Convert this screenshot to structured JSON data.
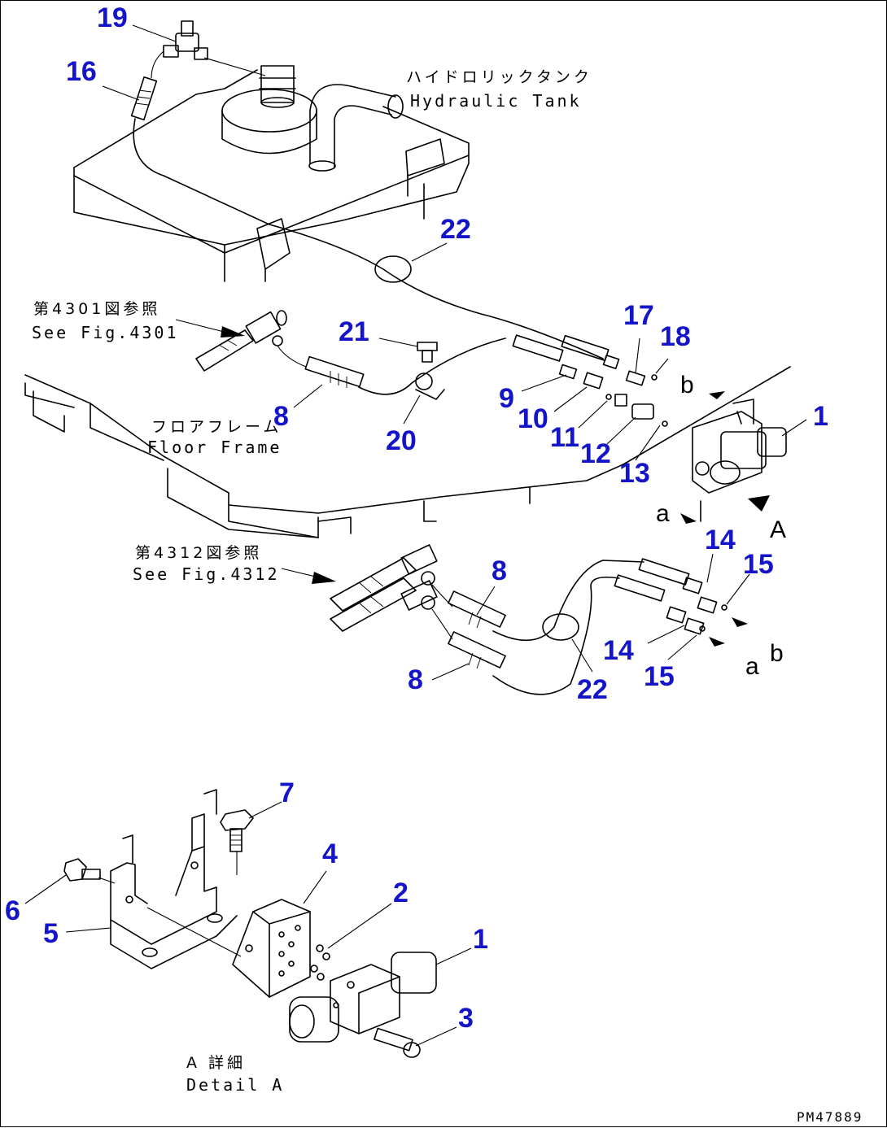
{
  "labels": {
    "tank_jp": "ハイドロリックタンク",
    "tank_en": "Hydraulic Tank",
    "ref1_jp": "第4301図参照",
    "ref1_en": "See Fig.4301",
    "frame_jp": "フロアフレーム",
    "frame_en": "Floor Frame",
    "ref2_jp": "第4312図参照",
    "ref2_en": "See Fig.4312",
    "detail_jp": "A 詳細",
    "detail_en": "Detail A",
    "letter_a1": "a",
    "letter_b1": "b",
    "letter_A": "A",
    "letter_a2": "a",
    "letter_b2": "b",
    "drawing_code": "PM47889"
  },
  "parts": [
    {
      "id": "p19",
      "n": "19"
    },
    {
      "id": "p16",
      "n": "16"
    },
    {
      "id": "p22a",
      "n": "22"
    },
    {
      "id": "p21",
      "n": "21"
    },
    {
      "id": "p17",
      "n": "17"
    },
    {
      "id": "p18",
      "n": "18"
    },
    {
      "id": "p9",
      "n": "9"
    },
    {
      "id": "p10",
      "n": "10"
    },
    {
      "id": "p11",
      "n": "11"
    },
    {
      "id": "p12",
      "n": "12"
    },
    {
      "id": "p13",
      "n": "13"
    },
    {
      "id": "p1a",
      "n": "1"
    },
    {
      "id": "p8a",
      "n": "8"
    },
    {
      "id": "p20",
      "n": "20"
    },
    {
      "id": "p14a",
      "n": "14"
    },
    {
      "id": "p15a",
      "n": "15"
    },
    {
      "id": "p8b",
      "n": "8"
    },
    {
      "id": "p14b",
      "n": "14"
    },
    {
      "id": "p15b",
      "n": "15"
    },
    {
      "id": "p8c",
      "n": "8"
    },
    {
      "id": "p22b",
      "n": "22"
    },
    {
      "id": "p7",
      "n": "7"
    },
    {
      "id": "p4",
      "n": "4"
    },
    {
      "id": "p6",
      "n": "6"
    },
    {
      "id": "p2",
      "n": "2"
    },
    {
      "id": "p1b",
      "n": "1"
    },
    {
      "id": "p5",
      "n": "5"
    },
    {
      "id": "p3",
      "n": "3"
    }
  ]
}
